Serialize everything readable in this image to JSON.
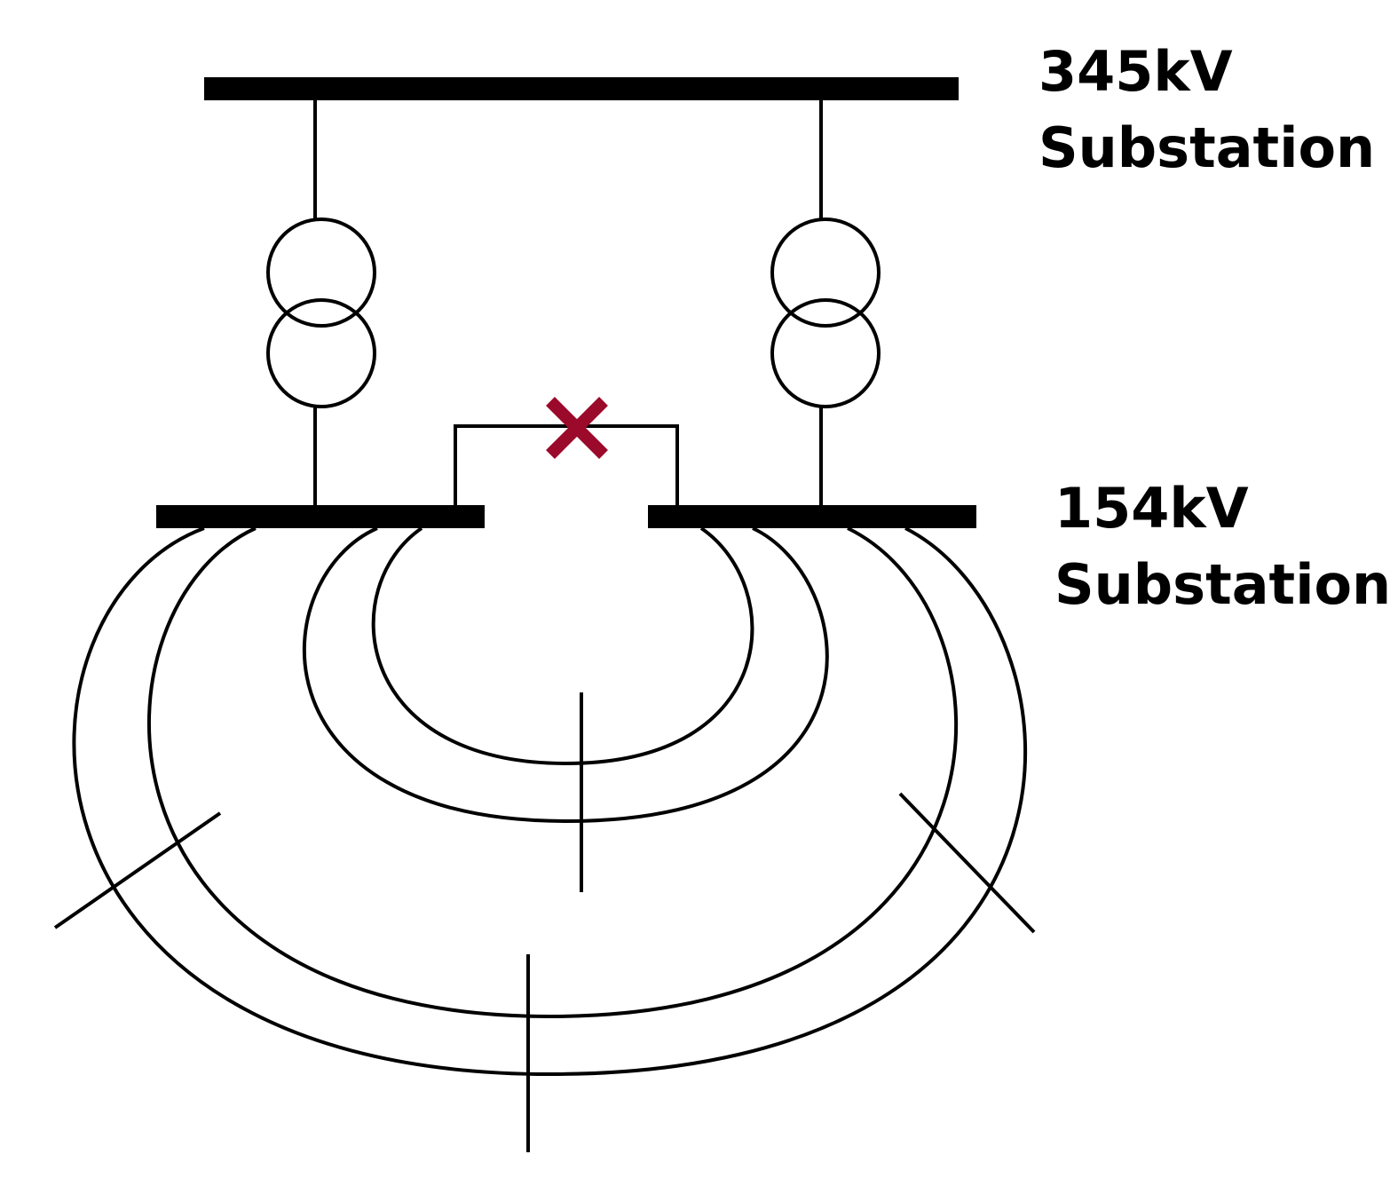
{
  "labels": {
    "hv_voltage": "345kV",
    "hv_name": "Substation",
    "lv_voltage": "154kV",
    "lv_name": "Substation"
  },
  "colors": {
    "line": "#000000",
    "fault_marker": "#9b0a2a",
    "background": "#ffffff"
  },
  "elements": {
    "fault": "fault-x-icon"
  }
}
